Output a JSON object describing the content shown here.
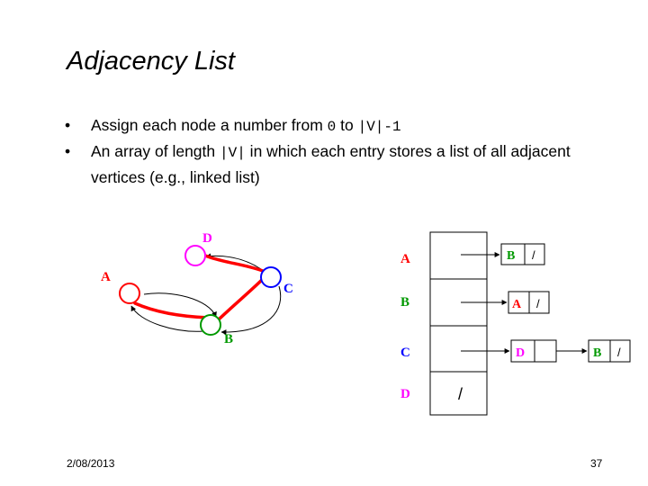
{
  "slide": {
    "title": "Adjacency List",
    "bullets": [
      {
        "marker": "•",
        "parts": [
          "Assign each node a number from ",
          "0",
          " to ",
          "|V|-1",
          ""
        ]
      },
      {
        "marker": "•",
        "parts": [
          "An array of length ",
          "|V|",
          " in which each entry stores a list of all adjacent vertices (e.g., linked list)"
        ]
      }
    ],
    "footer": {
      "date": "2/08/2013",
      "page": "37"
    }
  },
  "graph": {
    "nodes": [
      {
        "label": "A",
        "color": "#ff0000"
      },
      {
        "label": "B",
        "color": "#009900"
      },
      {
        "label": "C",
        "color": "#0000ff"
      },
      {
        "label": "D",
        "color": "#ff00ff"
      }
    ],
    "highlight_color": "#ff0000"
  },
  "adjacency": {
    "rows": [
      {
        "label": "A",
        "color": "#ff0000",
        "list": [
          {
            "label": "B",
            "color": "#009900",
            "next": "/"
          }
        ]
      },
      {
        "label": "B",
        "color": "#009900",
        "list": [
          {
            "label": "A",
            "color": "#ff0000",
            "next": "/"
          }
        ]
      },
      {
        "label": "C",
        "color": "#0000ff",
        "list": [
          {
            "label": "D",
            "color": "#ff00ff"
          },
          {
            "label": "B",
            "color": "#009900",
            "next": "/"
          }
        ]
      },
      {
        "label": "D",
        "color": "#ff00ff",
        "empty": "/"
      }
    ]
  }
}
